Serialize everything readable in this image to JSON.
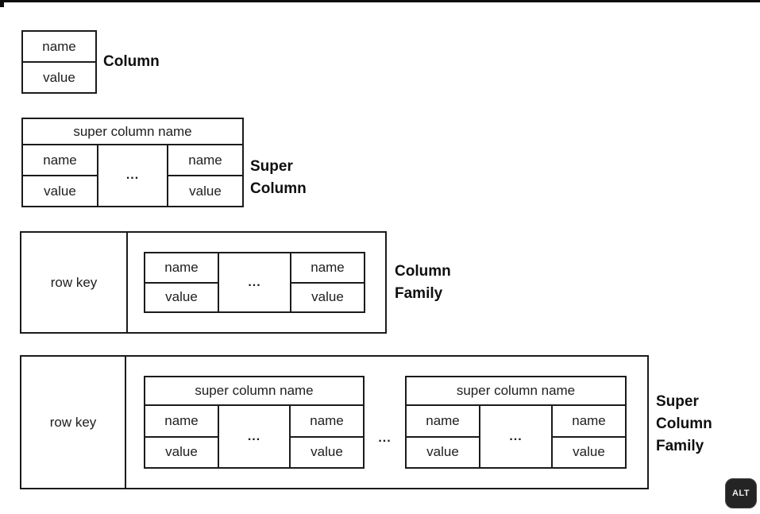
{
  "colors": {
    "background": "#ffffff",
    "border": "#1b1b1b",
    "text": "#202020",
    "label_text": "#0f0f0f",
    "badge_background": "#242424",
    "badge_text": "#ededed",
    "top_bar": "#0d0d0d"
  },
  "figures": {
    "column": {
      "label": "Column",
      "name_cell": "name",
      "value_cell": "value"
    },
    "super_column": {
      "label_lines": [
        "Super",
        "Column"
      ],
      "header": "super column name",
      "left_name": "name",
      "left_value": "value",
      "ellipsis": "...",
      "right_name": "name",
      "right_value": "value"
    },
    "column_family": {
      "label_lines": [
        "Column",
        "Family"
      ],
      "row_key": "row key",
      "left_name": "name",
      "left_value": "value",
      "ellipsis": "...",
      "right_name": "name",
      "right_value": "value"
    },
    "super_column_family": {
      "label_lines": [
        "Super",
        "Column",
        "Family"
      ],
      "row_key": "row key",
      "outer_ellipsis": "...",
      "table_a": {
        "header": "super column name",
        "left_name": "name",
        "left_value": "value",
        "ellipsis": "...",
        "right_name": "name",
        "right_value": "value"
      },
      "table_b": {
        "header": "super column name",
        "left_name": "name",
        "left_value": "value",
        "ellipsis": "...",
        "right_name": "name",
        "right_value": "value"
      }
    }
  },
  "overlay": {
    "alt_badge_label": "ALT"
  }
}
